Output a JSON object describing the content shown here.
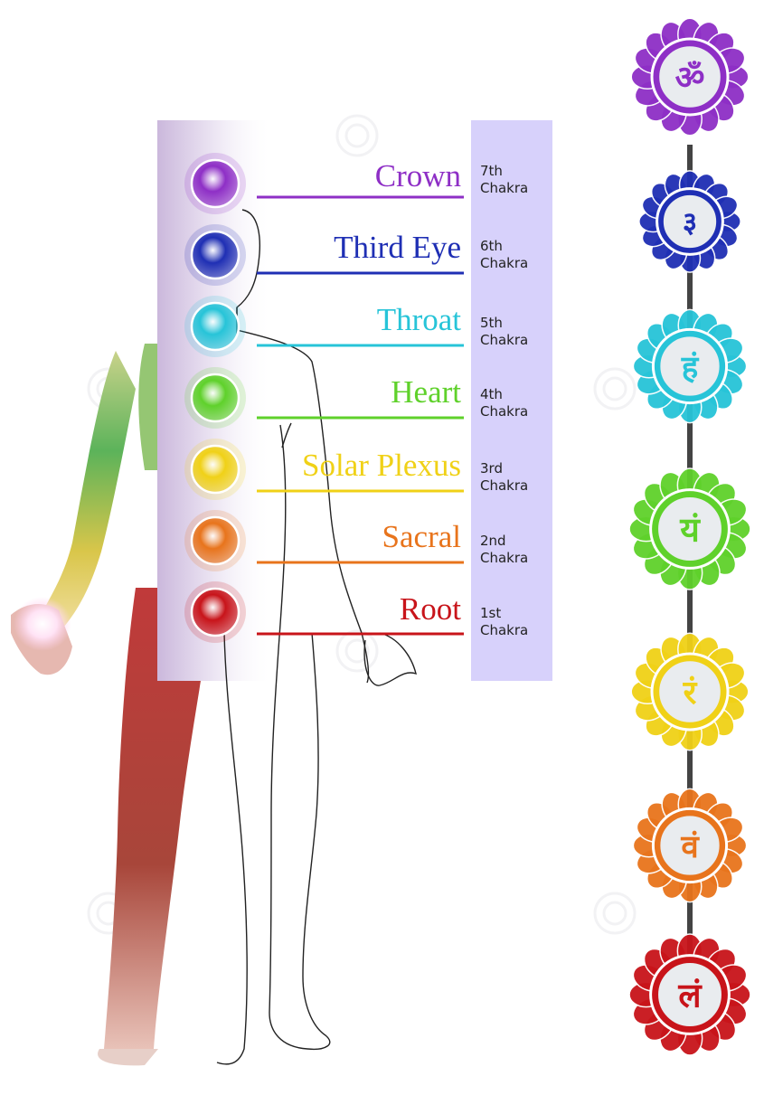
{
  "chakras": [
    {
      "name": "Crown",
      "ordinal": "7th",
      "unit": "Chakra",
      "color": "#8e2fc6",
      "symbol_icon": "om-symbol-icon"
    },
    {
      "name": "Third Eye",
      "ordinal": "6th",
      "unit": "Chakra",
      "color": "#1f2fb4",
      "symbol_icon": "third-eye-bija-icon"
    },
    {
      "name": "Throat",
      "ordinal": "5th",
      "unit": "Chakra",
      "color": "#27c4d8",
      "symbol_icon": "ham-bija-icon"
    },
    {
      "name": "Heart",
      "ordinal": "4th",
      "unit": "Chakra",
      "color": "#5fd12b",
      "symbol_icon": "yam-bija-icon"
    },
    {
      "name": "Solar Plexus",
      "ordinal": "3rd",
      "unit": "Chakra",
      "color": "#f0d117",
      "symbol_icon": "ram-bija-icon"
    },
    {
      "name": "Sacral",
      "ordinal": "2nd",
      "unit": "Chakra",
      "color": "#e8741c",
      "symbol_icon": "vam-bija-icon"
    },
    {
      "name": "Root",
      "ordinal": "1st",
      "unit": "Chakra",
      "color": "#c8141a",
      "symbol_icon": "lam-bija-icon"
    }
  ],
  "glyphs": [
    "ॐ",
    "३",
    "हं",
    "यं",
    "रं",
    "वं",
    "लं"
  ],
  "palette": {
    "panel_left": "#d8cfe6",
    "panel_right": "#d7d1fb",
    "body_skin": "#b13a32"
  }
}
